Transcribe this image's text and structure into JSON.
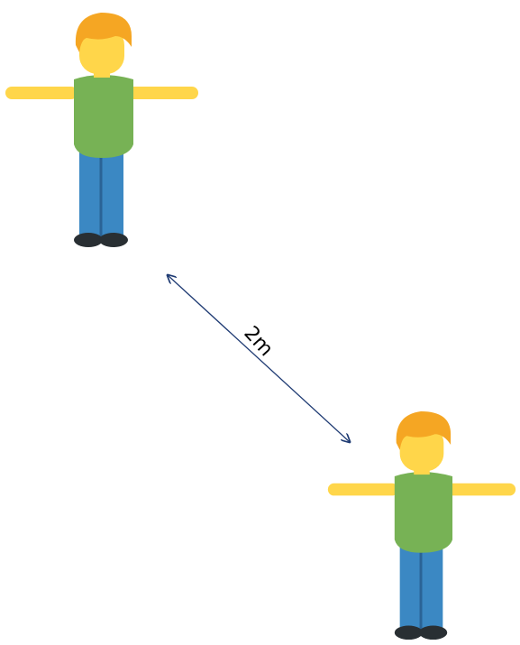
{
  "distance": {
    "label": "2m"
  },
  "colors": {
    "hair": "#F5A623",
    "skin": "#FFD64A",
    "shirt": "#77B255",
    "pants": "#3B88C3",
    "pants_seam": "#2A6396",
    "shoes": "#292F33",
    "arrow": "#1F3B73"
  },
  "people": [
    {
      "name": "person-1"
    },
    {
      "name": "person-2"
    }
  ]
}
